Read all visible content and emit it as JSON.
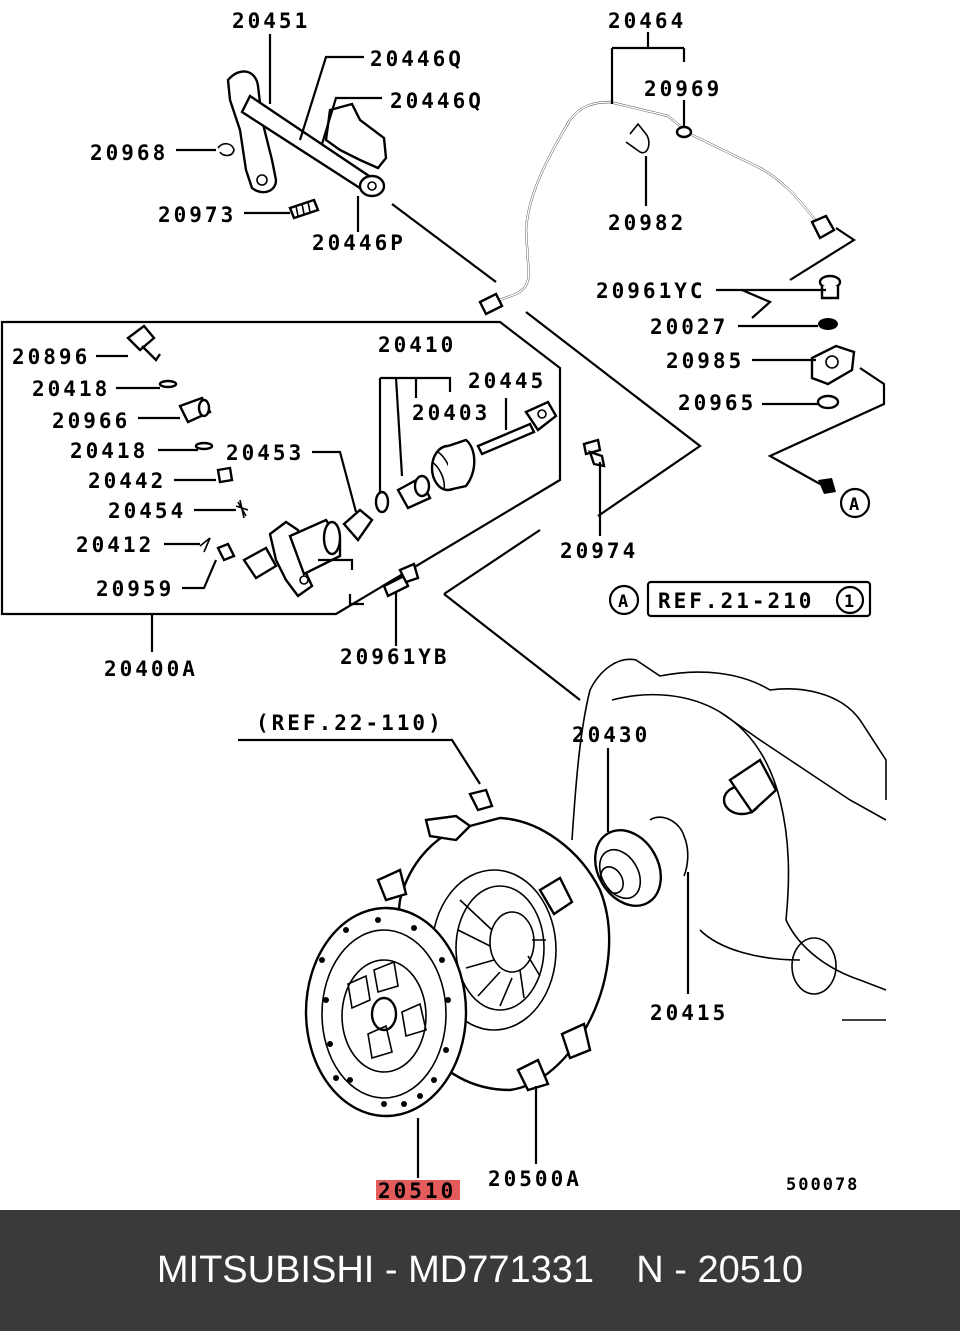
{
  "diagram": {
    "labels": {
      "p20451": "20451",
      "p20446Q_a": "20446Q",
      "p20446Q_b": "20446Q",
      "p20968": "20968",
      "p20973": "20973",
      "p20446P": "20446P",
      "p20464": "20464",
      "p20969": "20969",
      "p20982": "20982",
      "p20961YC": "20961YC",
      "p20027": "20027",
      "p20985": "20985",
      "p20965": "20965",
      "p20896": "20896",
      "p20418_a": "20418",
      "p20966": "20966",
      "p20418_b": "20418",
      "p20442": "20442",
      "p20454": "20454",
      "p20412": "20412",
      "p20959": "20959",
      "p20400A": "20400A",
      "p20410": "20410",
      "p20445": "20445",
      "p20403": "20403",
      "p20453": "20453",
      "p20974": "20974",
      "p20961YB": "20961YB",
      "p20430": "20430",
      "p20415": "20415",
      "p20500A": "20500A",
      "p20510": "20510",
      "ref22": "(REF.22-110)",
      "ref21": "REF.21-210",
      "ref21_circle": "1",
      "marker_a1": "A",
      "marker_a2": "A",
      "code": "500078"
    },
    "highlight_color": "#e35b5b"
  },
  "footer": {
    "caption": "MITSUBISHI - MD771331    N - 20510"
  }
}
